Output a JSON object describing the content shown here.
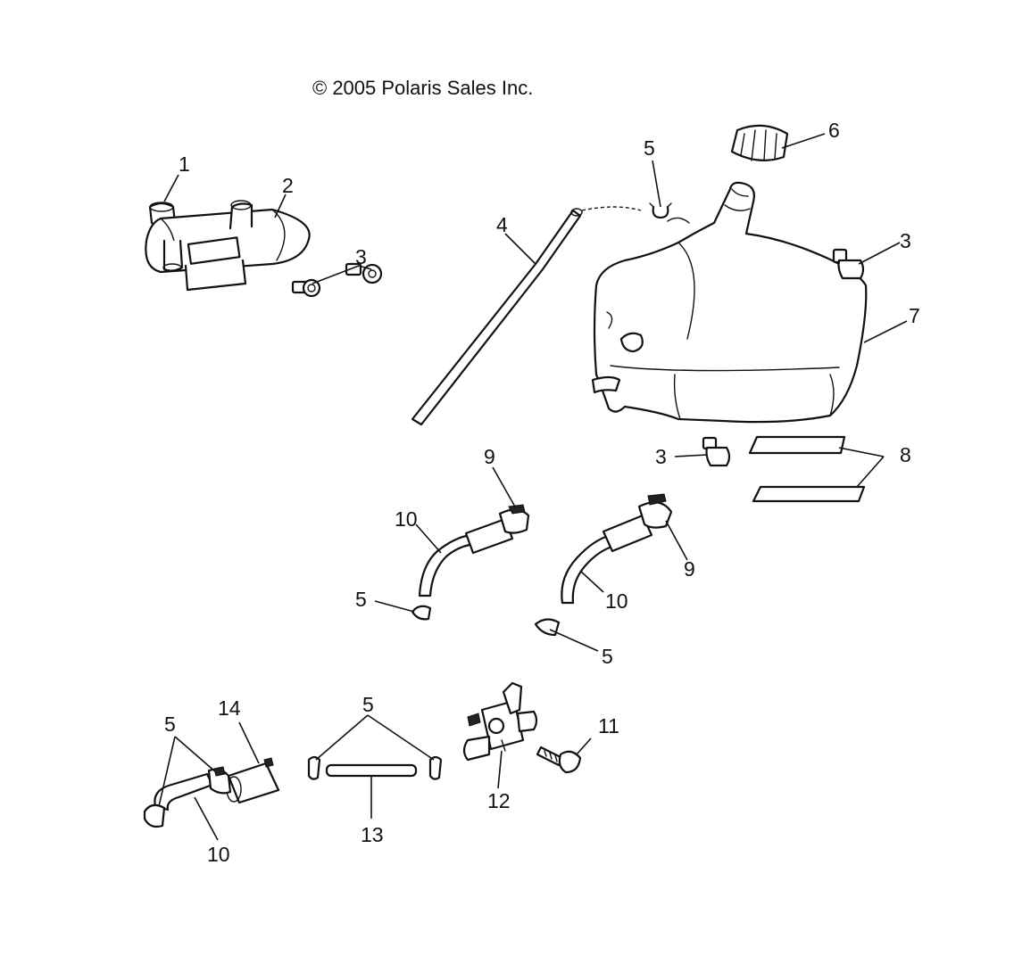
{
  "copyright": "© 2005 Polaris Sales Inc.",
  "callouts": {
    "c1": "1",
    "c2": "2",
    "c3a": "3",
    "c3b": "3",
    "c3c": "3",
    "c4": "4",
    "c5a": "5",
    "c5b": "5",
    "c5c": "5",
    "c5d": "5",
    "c5e": "5",
    "c6": "6",
    "c7": "7",
    "c8": "8",
    "c9a": "9",
    "c9b": "9",
    "c10a": "10",
    "c10b": "10",
    "c10c": "10",
    "c11": "11",
    "c12": "12",
    "c13": "13",
    "c14": "14"
  }
}
